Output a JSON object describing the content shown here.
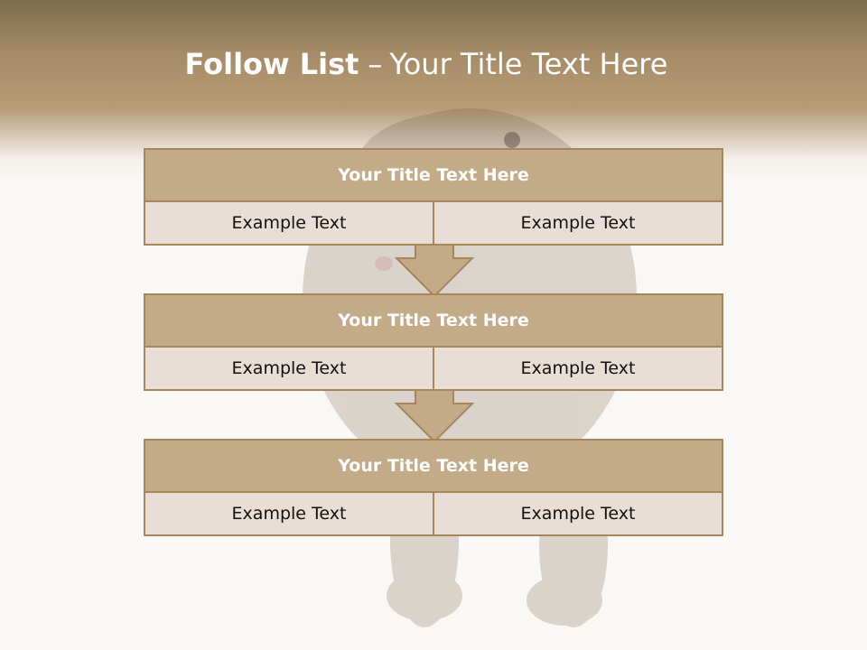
{
  "slide": {
    "title_bold": "Follow List",
    "title_separator": "–",
    "title_rest": "Your Title Text Here"
  },
  "steps": [
    {
      "title": "Your Title Text Here",
      "left": "Example Text",
      "right": "Example Text"
    },
    {
      "title": "Your Title Text Here",
      "left": "Example Text",
      "right": "Example Text"
    },
    {
      "title": "Your Title Text Here",
      "left": "Example Text",
      "right": "Example Text"
    }
  ],
  "colors": {
    "header_band": "#a68c66",
    "block_header": "#c4ab88",
    "block_row": "#e8ded6",
    "border": "#a7865c"
  }
}
